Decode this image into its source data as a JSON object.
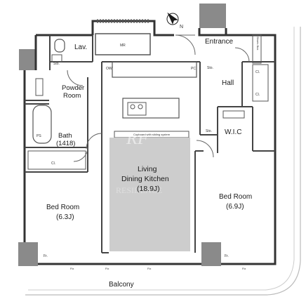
{
  "rooms": {
    "lav": "Lav.",
    "powder_room": [
      "Powder",
      "Room"
    ],
    "entrance": "Entrance",
    "hall": "Hall",
    "wic": "W.I.C",
    "bath": [
      "Bath",
      "(1418)"
    ],
    "ldk": [
      "Living",
      "Dining Kitchen",
      "(18.9J)"
    ],
    "bed_left": [
      "Bed Room",
      "(6.3J)"
    ],
    "bed_right": [
      "Bed Room",
      "(6.9J)"
    ],
    "balcony": "Balcony"
  },
  "small_labels": {
    "mr": "MR",
    "shoe_box": "Shoes Box",
    "cl": "Cl.",
    "sto": "Sto.",
    "ps": "PS",
    "fr": "Fr.",
    "ow": "OW",
    "pc": "PC",
    "cupboard": "Cupboard with sliding system",
    "fix": "Fix"
  },
  "watermark": "RESIDENCE",
  "compass": "N"
}
